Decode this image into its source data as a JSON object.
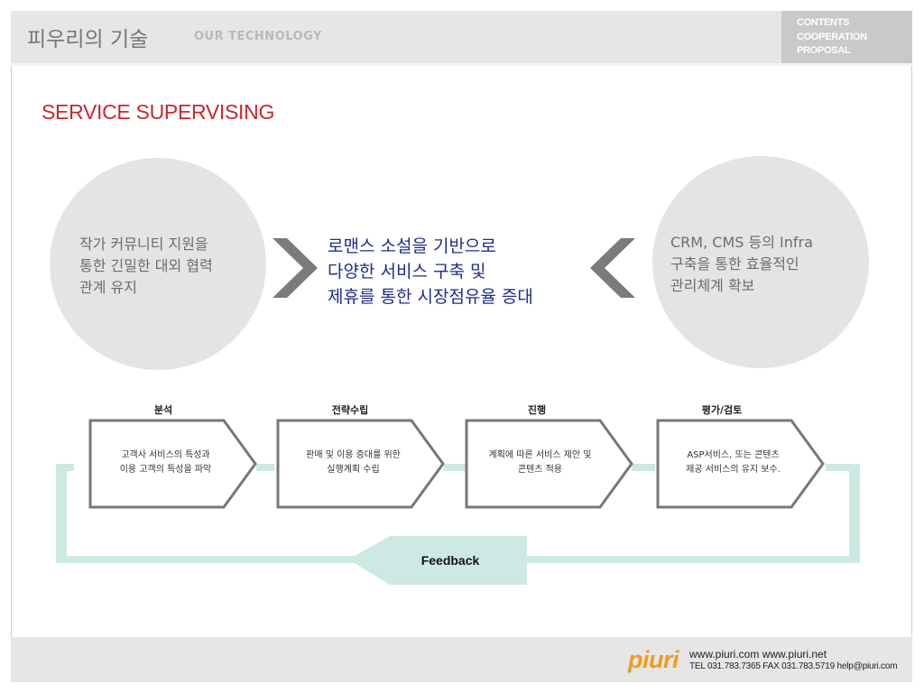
{
  "header": {
    "title": "피우리의 기술",
    "subtitle": "OUR TECHNOLOGY",
    "menu": [
      "CONTENTS",
      "COOPERATION",
      "PROPOSAL"
    ]
  },
  "section_title": "SERVICE SUPERVISING",
  "left_circle": {
    "lines": [
      "작가 커뮤니티 지원을",
      "통한 긴밀한 대외 협력",
      "관계 유지"
    ]
  },
  "center": {
    "lines": [
      "로맨스 소설을 기반으로",
      "다양한 서비스 구축 및",
      "제휴를 통한 시장점유율 증대"
    ]
  },
  "right_circle": {
    "lines": [
      "CRM, CMS 등의 Infra",
      "구축을 통한 효율적인",
      "관리체계 확보"
    ]
  },
  "process": [
    {
      "label": "분석",
      "lines": [
        "고객사 서비스의 특성과",
        "이용 고객의 특성을 파악"
      ]
    },
    {
      "label": "전략수립",
      "lines": [
        "판매 및 이용 증대를 위한",
        "실행계획 수립"
      ]
    },
    {
      "label": "진행",
      "lines": [
        "계획에 따른 서비스 제안 및",
        "콘텐츠 적용"
      ]
    },
    {
      "label": "평가/검토",
      "lines": [
        "ASP서비스, 또는 콘텐츠",
        "제공 서비스의 유지 보수."
      ]
    }
  ],
  "feedback_label": "Feedback",
  "footer": {
    "logo": "piuri",
    "websites": "www.piuri.com   www.piuri.net",
    "contact": "TEL 031.783.7365   FAX 031.783.5719 help@piuri.com"
  },
  "colors": {
    "accent_red": "#c8282d",
    "navy_text": "#1f2d8a",
    "flow_teal": "#cde9e4",
    "box_border": "#77777c",
    "logo_orange": "#f29a1f"
  }
}
